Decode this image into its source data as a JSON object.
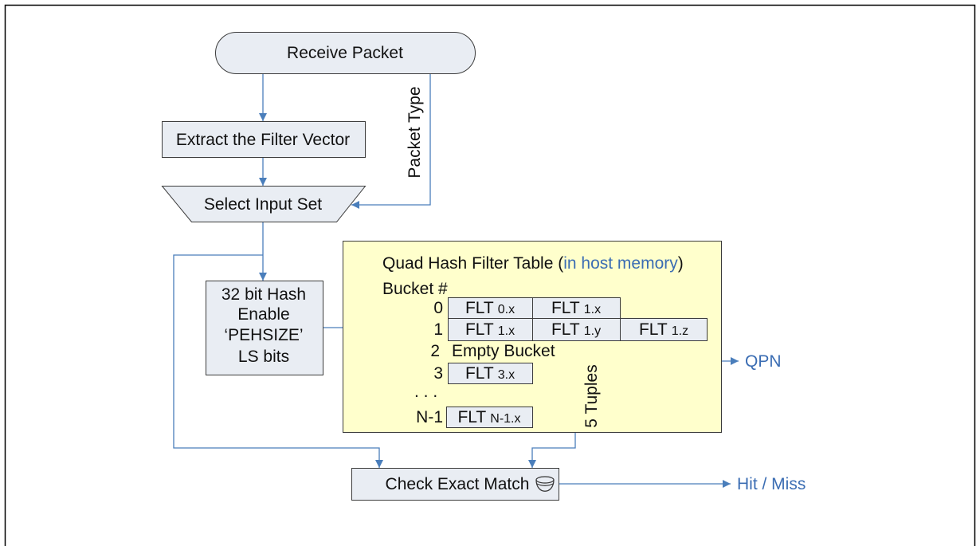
{
  "nodes": {
    "receive_packet": "Receive Packet",
    "extract_filter_vector": "Extract the Filter Vector",
    "select_input_set": "Select Input Set",
    "hash_box": {
      "lines": [
        "32 bit Hash",
        "Enable",
        "‘PEHSIZE’",
        "LS bits"
      ]
    },
    "check_exact_match": "Check Exact Match",
    "check_exact_match_icon": "container-icon"
  },
  "edge_labels": {
    "packet_type": "Packet Type",
    "five_tuples": "5 Tuples",
    "qpn": "QPN",
    "hit_miss": "Hit / Miss"
  },
  "filter_table": {
    "title_prefix": "Quad Hash Filter Table (",
    "title_highlight": "in host memory",
    "title_suffix": ")",
    "bucket_header": "Bucket #",
    "buckets": [
      {
        "index": "0",
        "entries": [
          {
            "label": "FLT",
            "sub": "0.x"
          },
          {
            "label": "FLT",
            "sub": "1.x"
          }
        ]
      },
      {
        "index": "1",
        "entries": [
          {
            "label": "FLT",
            "sub": "1.x"
          },
          {
            "label": "FLT",
            "sub": "1.y"
          },
          {
            "label": "FLT",
            "sub": "1.z"
          }
        ]
      },
      {
        "index": "2",
        "empty_label": "Empty Bucket"
      },
      {
        "index": "3",
        "entries": [
          {
            "label": "FLT",
            "sub": "3.x"
          }
        ]
      },
      {
        "index": "N-1",
        "entries": [
          {
            "label": "FLT",
            "sub": "N-1.x"
          }
        ]
      }
    ],
    "ellipsis": ". . ."
  },
  "colors": {
    "connector": "#4a7ebb",
    "highlight_text": "#3b6db3",
    "box_fill": "#e9edf3",
    "table_fill": "#ffffcc",
    "box_border": "#3c3c3c",
    "frame": "#000000"
  }
}
